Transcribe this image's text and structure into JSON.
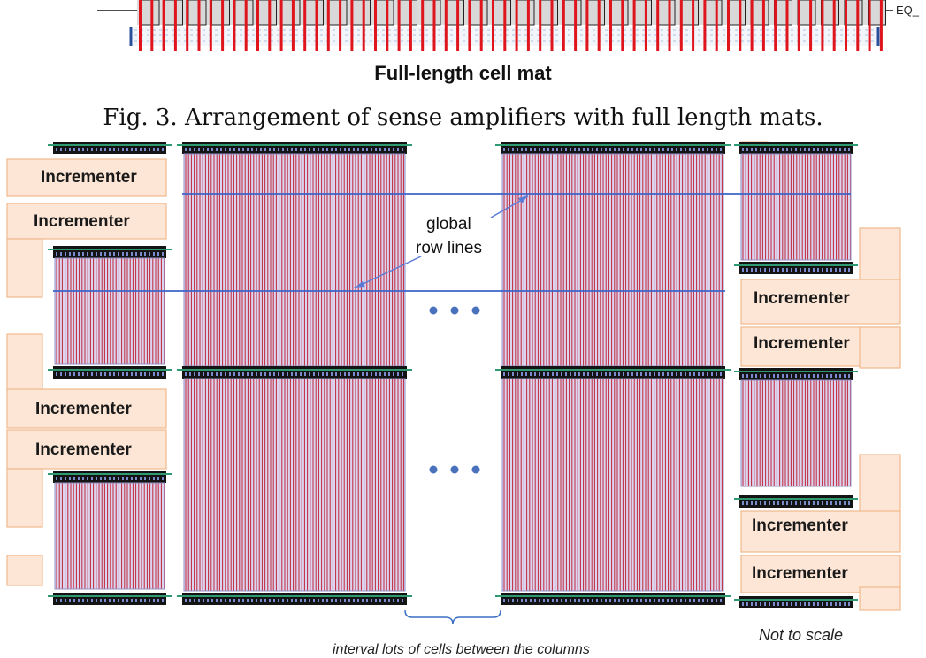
{
  "top_strip": {
    "title": "Full-length cell mat",
    "signal": "EQ_"
  },
  "caption": "Fig. 3.  Arrangement of sense amplifiers with full length mats.",
  "labels": {
    "incrementer": "Incrementer",
    "global_row_lines": [
      "global",
      "row lines"
    ],
    "ellipsis": "• • •",
    "not_to_scale": "Not to scale",
    "bottom_note": "interval lots of cells between the columns"
  },
  "colors": {
    "incrementer_fill": "#fde6d5",
    "incrementer_border": "#f0b98c",
    "bitline": "#c0283a",
    "row_line": "#3c64c8",
    "sense_amp_dark": "#141414",
    "sense_amp_green": "#2f9a72",
    "mat_fill": "#dcd3ee"
  }
}
